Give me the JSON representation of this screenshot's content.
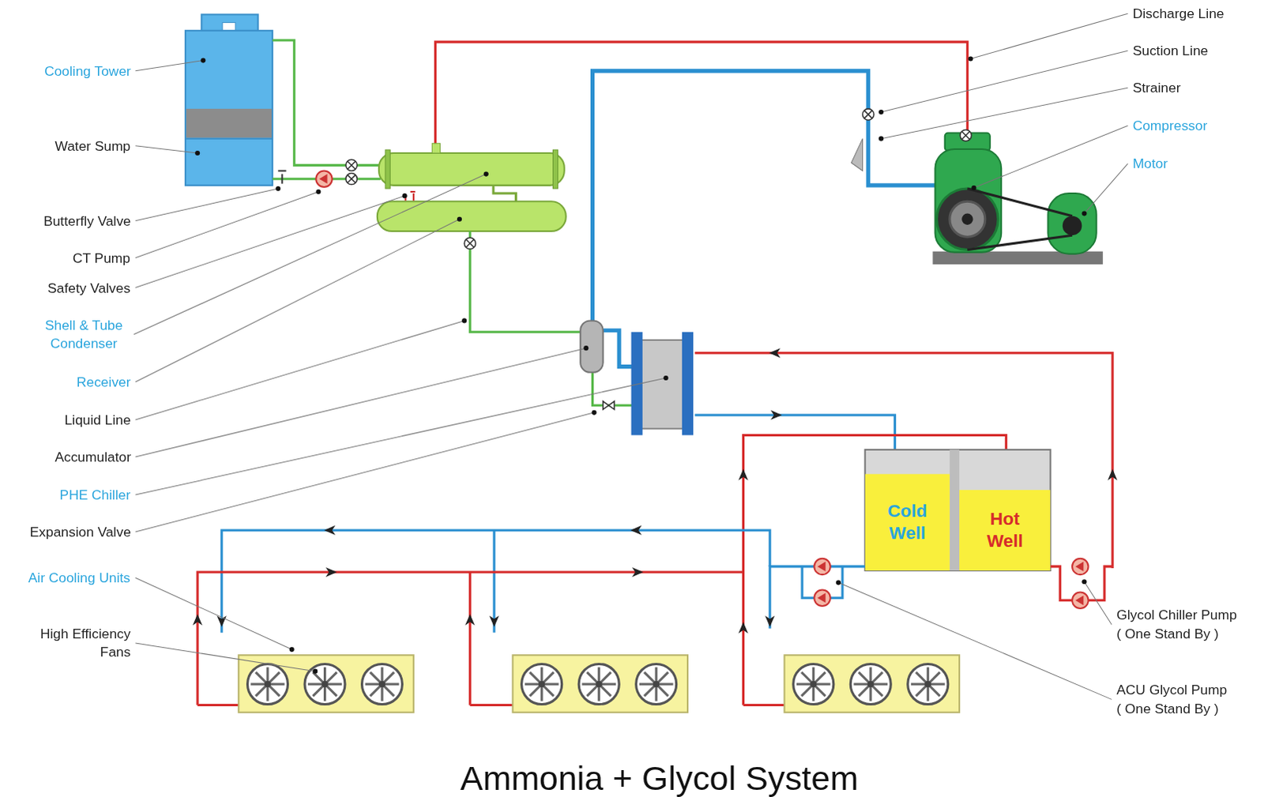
{
  "diagram": {
    "title": "Ammonia + Glycol System",
    "nodes": [
      {
        "text": [
          "Cold Well"
        ]
      },
      {
        "text": [
          "Hot Well"
        ]
      }
    ],
    "labels": [
      "Cooling Tower",
      "Water Sump",
      "Butterfly Valve",
      "CT Pump",
      "Safety Valves",
      "Shell & Tube Condenser",
      "Receiver",
      "Liquid Line",
      "Accumulator",
      "PHE Chiller",
      "Expansion Valve",
      "Air Cooling Units",
      "High Efficiency Fans",
      "Discharge Line",
      "Suction Line",
      "Strainer",
      "Compressor",
      "Motor",
      "Glycol Chiller Pump ( One Stand By )",
      "ACU Glycol Pump ( One Stand By )"
    ]
  }
}
